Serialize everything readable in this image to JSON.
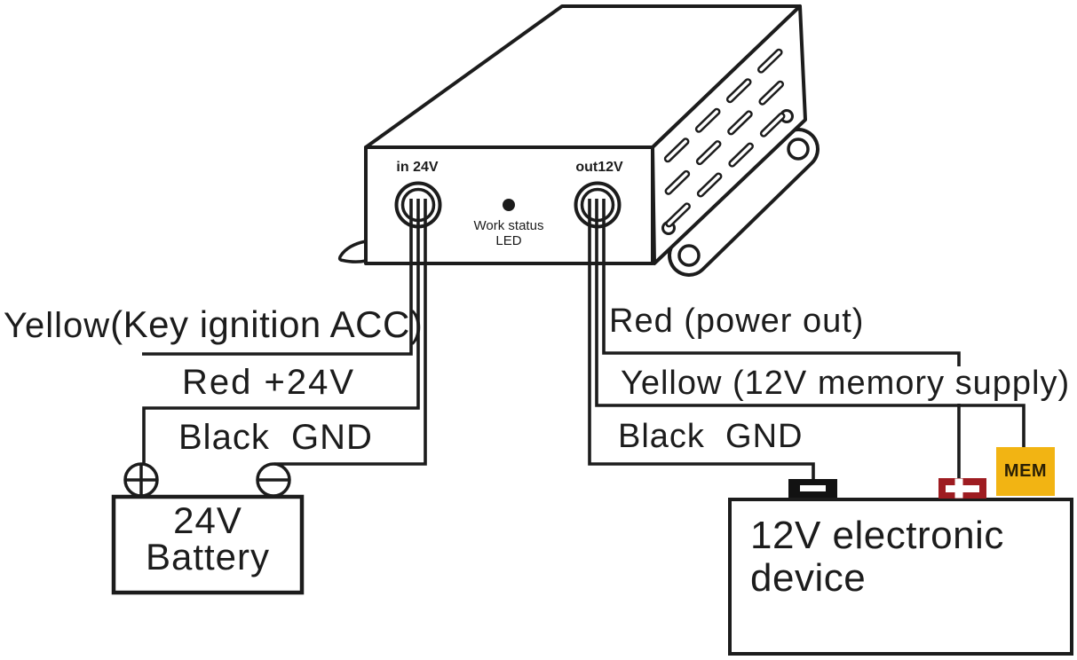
{
  "title": "24V to 12V power converter wiring diagram",
  "colors": {
    "line": "#1c1c1c",
    "mem_box": "#F2B413",
    "mem_text": "#2B2005",
    "red_terminal": "#9E1C21",
    "black_terminal": "#121212"
  },
  "converter": {
    "input_label": "in 24V",
    "output_label": "out12V",
    "led_label_line1": "Work status",
    "led_label_line2": "LED"
  },
  "wires": {
    "left_yellow": "Yellow",
    "left_yellow_paren": "(Key ignition ACC)",
    "left_red": "Red +24V",
    "left_black": "Black  GND",
    "right_red": "Red (power out)",
    "right_yellow": "Yellow (12V memory supply)",
    "right_black": "Black  GND"
  },
  "battery": {
    "line1": "24V",
    "line2": "Battery"
  },
  "device": {
    "line1": "12V electronic",
    "line2": "device"
  },
  "mem_label": "MEM"
}
